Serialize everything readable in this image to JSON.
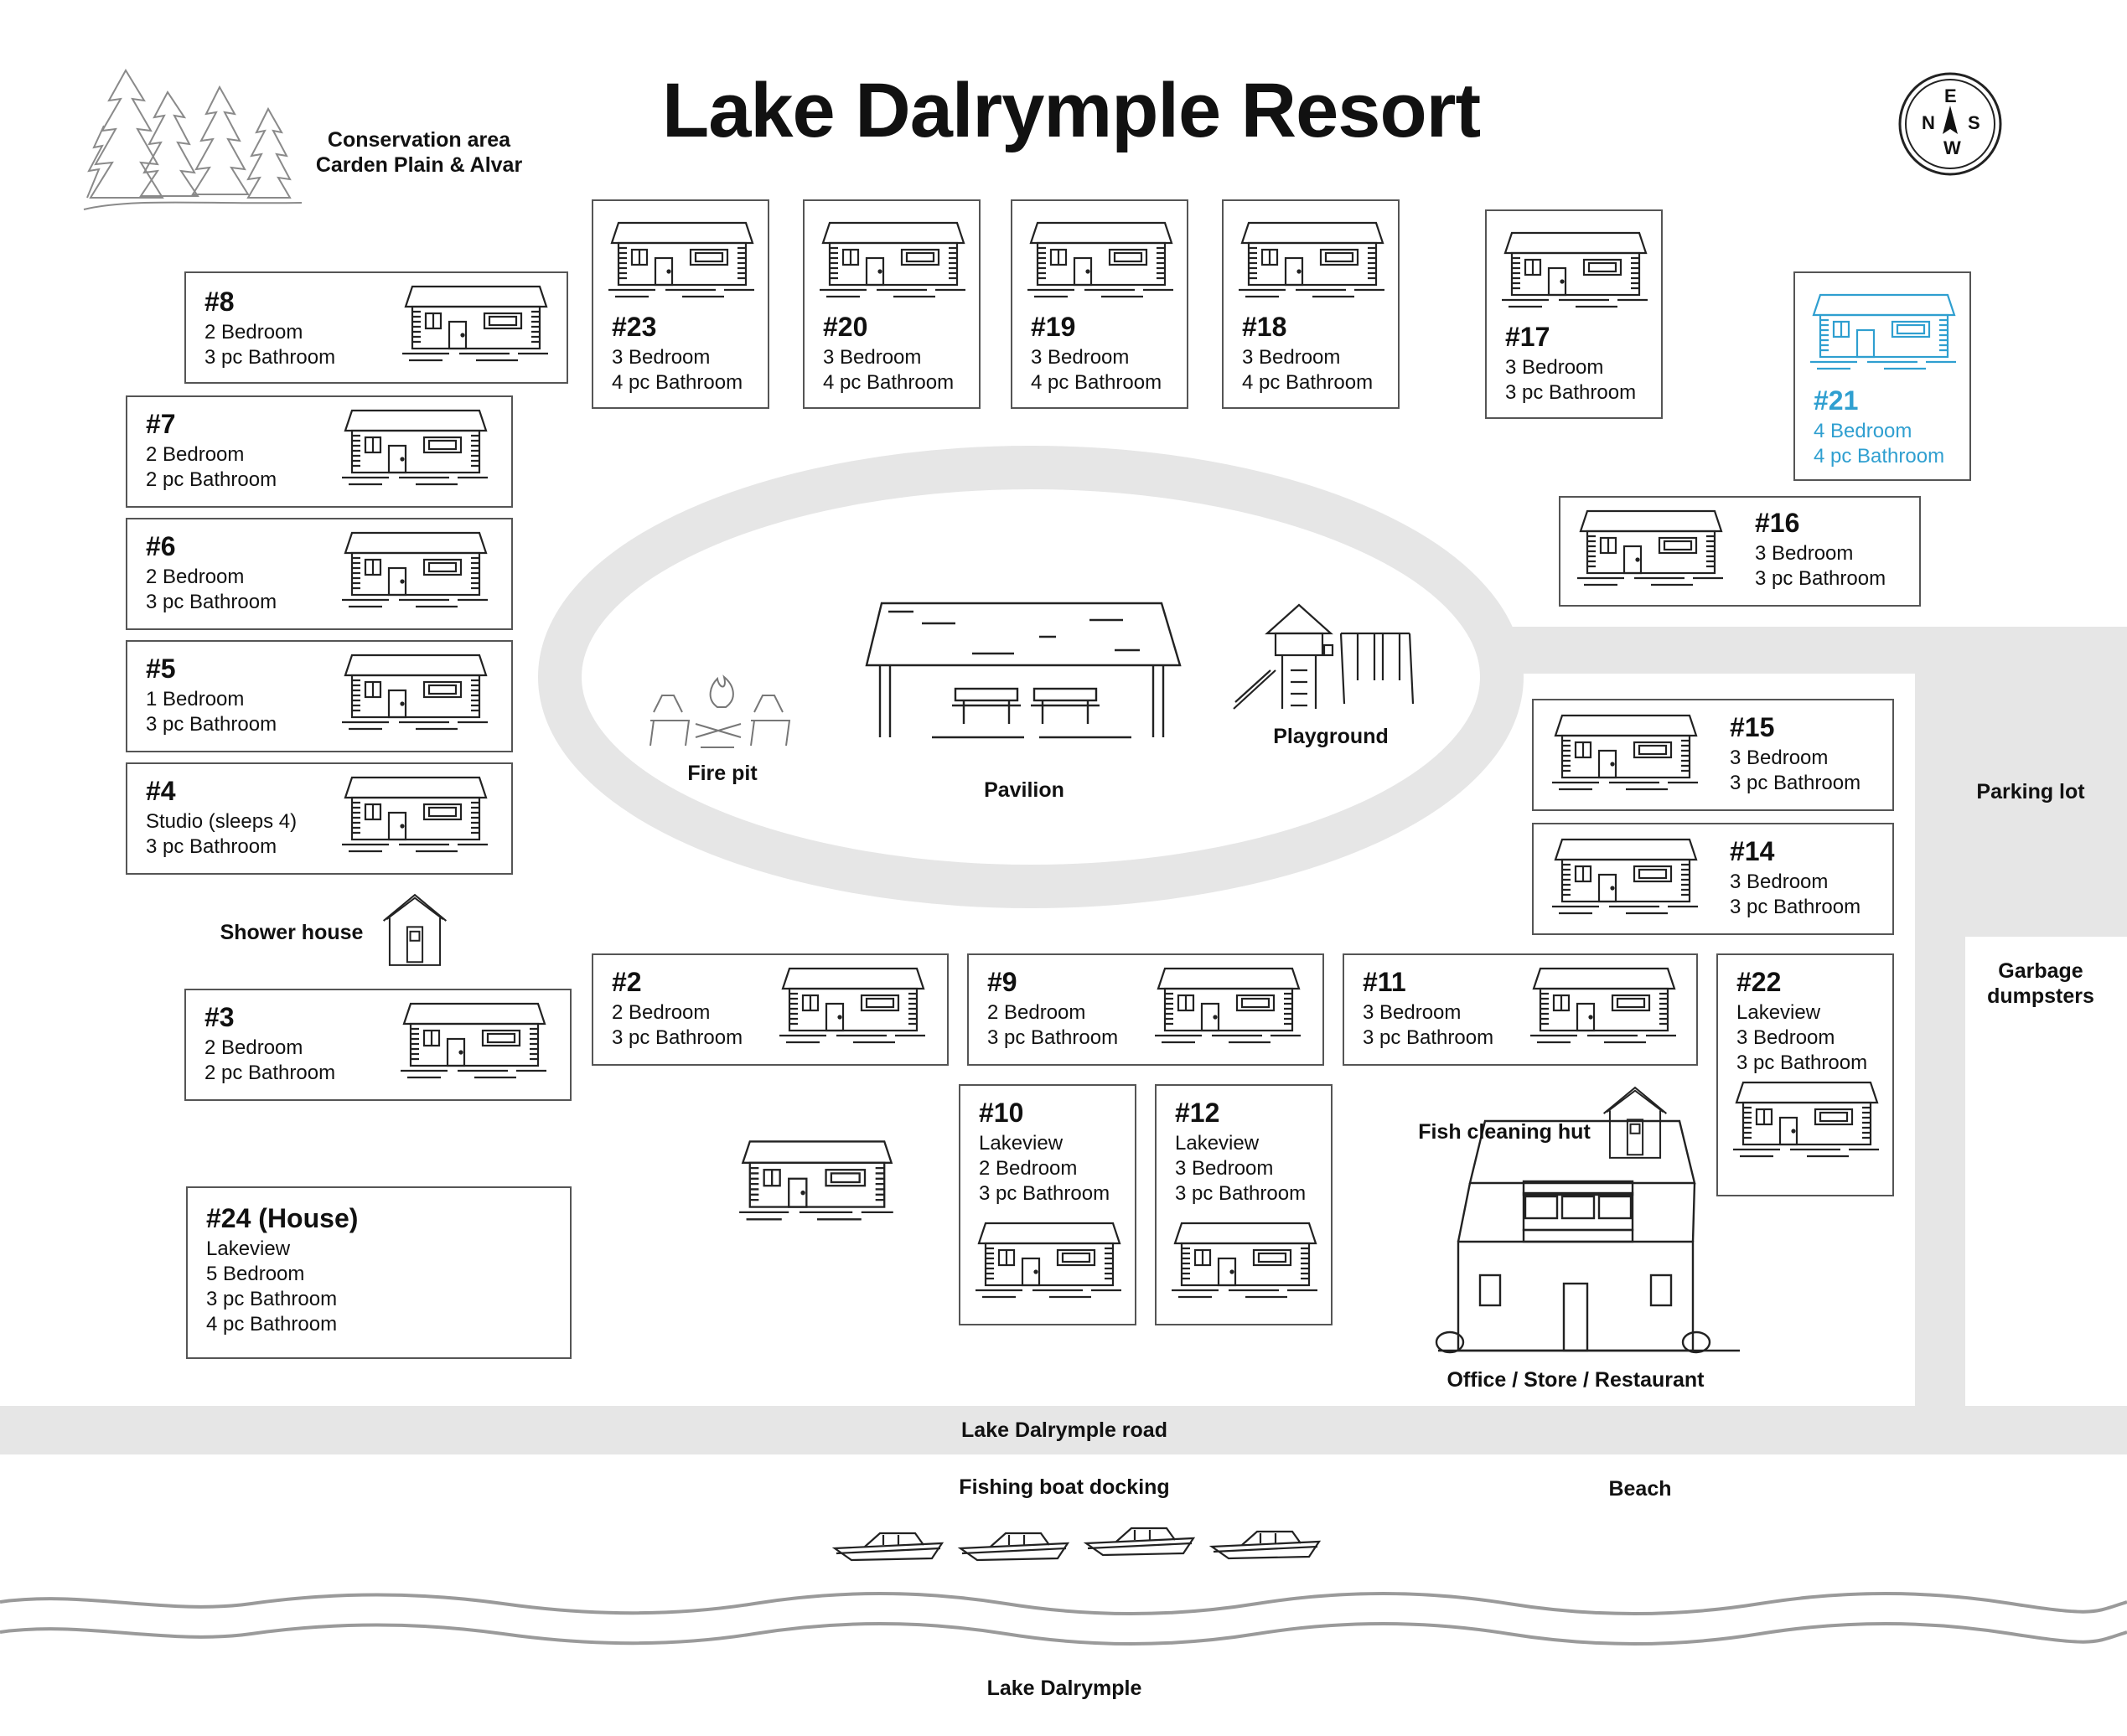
{
  "title": "Lake Dalrymple Resort",
  "compass": {
    "letters": [
      "E",
      "N",
      "S",
      "W"
    ]
  },
  "colors": {
    "highlight": "#2f9fd0",
    "road": "#e6e6e6",
    "outline": "#555555",
    "water": "#9a9a9a"
  },
  "labels": {
    "conservation_line1": "Conservation area",
    "conservation_line2": "Carden Plain & Alvar",
    "shower_house": "Shower house",
    "fire_pit": "Fire pit",
    "pavilion": "Pavilion",
    "playground": "Playground",
    "parking_lot": "Parking lot",
    "garbage_line1": "Garbage",
    "garbage_line2": "dumpsters",
    "fish_cleaning_hut": "Fish cleaning hut",
    "office": "Office / Store / Restaurant",
    "road": "Lake Dalrymple road",
    "fishing_boat_docking": "Fishing boat docking",
    "beach": "Beach",
    "lake": "Lake Dalrymple"
  },
  "cabins": [
    {
      "number": "#8",
      "lines": [
        "2 Bedroom",
        "3 pc Bathroom"
      ]
    },
    {
      "number": "#7",
      "lines": [
        "2 Bedroom",
        "2 pc Bathroom"
      ]
    },
    {
      "number": "#6",
      "lines": [
        "2 Bedroom",
        "3 pc Bathroom"
      ]
    },
    {
      "number": "#5",
      "lines": [
        "1 Bedroom",
        "3 pc Bathroom"
      ]
    },
    {
      "number": "#4",
      "lines": [
        "Studio (sleeps 4)",
        "3 pc Bathroom"
      ]
    },
    {
      "number": "#3",
      "lines": [
        "2 Bedroom",
        "2 pc Bathroom"
      ]
    },
    {
      "number": "#24 (House)",
      "lines": [
        "Lakeview",
        "5 Bedroom",
        "3 pc Bathroom",
        "4 pc Bathroom"
      ]
    },
    {
      "number": "#23",
      "lines": [
        "3 Bedroom",
        "4 pc Bathroom"
      ]
    },
    {
      "number": "#20",
      "lines": [
        "3 Bedroom",
        "4 pc Bathroom"
      ]
    },
    {
      "number": "#19",
      "lines": [
        "3 Bedroom",
        "4 pc Bathroom"
      ]
    },
    {
      "number": "#18",
      "lines": [
        "3 Bedroom",
        "4 pc Bathroom"
      ]
    },
    {
      "number": "#17",
      "lines": [
        "3 Bedroom",
        "3 pc Bathroom"
      ]
    },
    {
      "number": "#21",
      "lines": [
        "4 Bedroom",
        "4 pc Bathroom"
      ],
      "highlight": true
    },
    {
      "number": "#16",
      "lines": [
        "3 Bedroom",
        "3 pc Bathroom"
      ]
    },
    {
      "number": "#15",
      "lines": [
        "3 Bedroom",
        "3 pc Bathroom"
      ]
    },
    {
      "number": "#14",
      "lines": [
        "3 Bedroom",
        "3 pc Bathroom"
      ]
    },
    {
      "number": "#2",
      "lines": [
        "2 Bedroom",
        "3 pc Bathroom"
      ]
    },
    {
      "number": "#9",
      "lines": [
        "2 Bedroom",
        "3 pc Bathroom"
      ]
    },
    {
      "number": "#11",
      "lines": [
        "3 Bedroom",
        "3 pc Bathroom"
      ]
    },
    {
      "number": "#22",
      "lines": [
        "Lakeview",
        "3 Bedroom",
        "3 pc Bathroom"
      ]
    },
    {
      "number": "#10",
      "lines": [
        "Lakeview",
        "2 Bedroom",
        "3 pc Bathroom"
      ]
    },
    {
      "number": "#12",
      "lines": [
        "Lakeview",
        "3 Bedroom",
        "3 pc Bathroom"
      ]
    }
  ]
}
